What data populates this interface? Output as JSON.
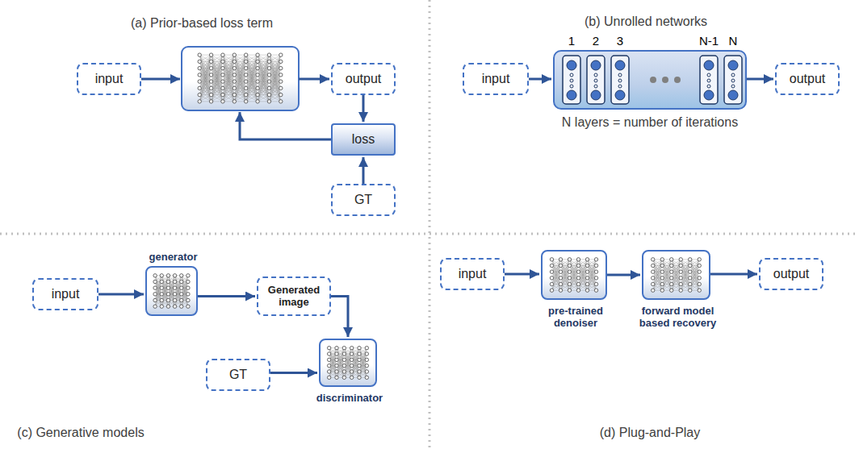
{
  "diagram": {
    "nodes": [
      {
        "text": [
          "input"
        ]
      },
      {
        "text": [
          "output"
        ]
      },
      {
        "text": [
          "loss"
        ]
      },
      {
        "text": [
          "GT"
        ]
      },
      {
        "text": [
          "input"
        ]
      },
      {
        "text": [
          "1",
          "2",
          "3",
          "N-1",
          "N"
        ]
      },
      {
        "text": [
          "output"
        ]
      },
      {
        "text": [
          "input"
        ]
      },
      {
        "text": [
          "generator"
        ]
      },
      {
        "text": [
          "Generated image"
        ]
      },
      {
        "text": [
          "GT"
        ]
      },
      {
        "text": [
          "discriminator"
        ]
      },
      {
        "text": [
          "input"
        ]
      },
      {
        "text": [
          "pre-trained denoiser"
        ]
      },
      {
        "text": [
          "forward model based recovery"
        ]
      },
      {
        "text": [
          "output"
        ]
      }
    ],
    "edges": [
      {
        "from": 1,
        "to": 2,
        "arrow": "to"
      },
      {
        "from": 3,
        "to": 2,
        "arrow": "to"
      },
      {
        "from": 4,
        "to": 5,
        "arrow": "to"
      },
      {
        "from": 5,
        "to": 6,
        "arrow": "to"
      },
      {
        "from": 7,
        "to": 8,
        "arrow": "to"
      },
      {
        "from": 8,
        "to": 9,
        "arrow": "to"
      },
      {
        "from": 9,
        "to": 11,
        "arrow": "to"
      },
      {
        "from": 10,
        "to": 11,
        "arrow": "to"
      },
      {
        "from": 12,
        "to": 13,
        "arrow": "to"
      },
      {
        "from": 13,
        "to": 14,
        "arrow": "to"
      },
      {
        "from": 14,
        "to": 15,
        "arrow": "to"
      }
    ],
    "labels": [
      "(a) Prior-based loss term",
      "(b) Unrolled networks",
      "N layers = number of iterations",
      "(c) Generative models",
      "(d) Plug-and-Play"
    ]
  }
}
